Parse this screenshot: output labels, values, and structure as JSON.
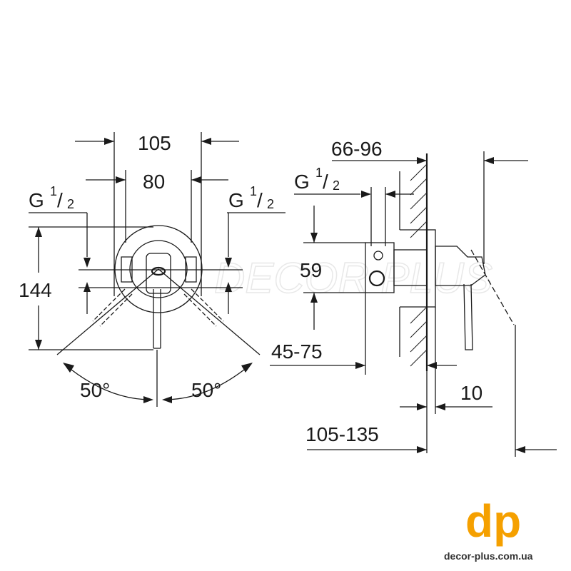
{
  "front_view": {
    "width_outer": "105",
    "width_inner": "80",
    "thread_left_main": "G",
    "thread_left_frac_num": "1",
    "thread_left_frac_den": "2",
    "thread_right_main": "G",
    "thread_right_frac_num": "1",
    "thread_right_frac_den": "2",
    "height": "144",
    "angle_left": "50°",
    "angle_right": "50°"
  },
  "side_view": {
    "depth_range": "66-96",
    "thread_main": "G",
    "thread_frac_num": "1",
    "thread_frac_den": "2",
    "center_height": "59",
    "body_depth_range": "45-75",
    "plate_thickness": "10",
    "total_depth_range": "105-135"
  },
  "watermark": "DECOR PLUS",
  "brand": {
    "logo": "dp",
    "url": "decor-plus.com.ua",
    "color": "#f5a000"
  }
}
